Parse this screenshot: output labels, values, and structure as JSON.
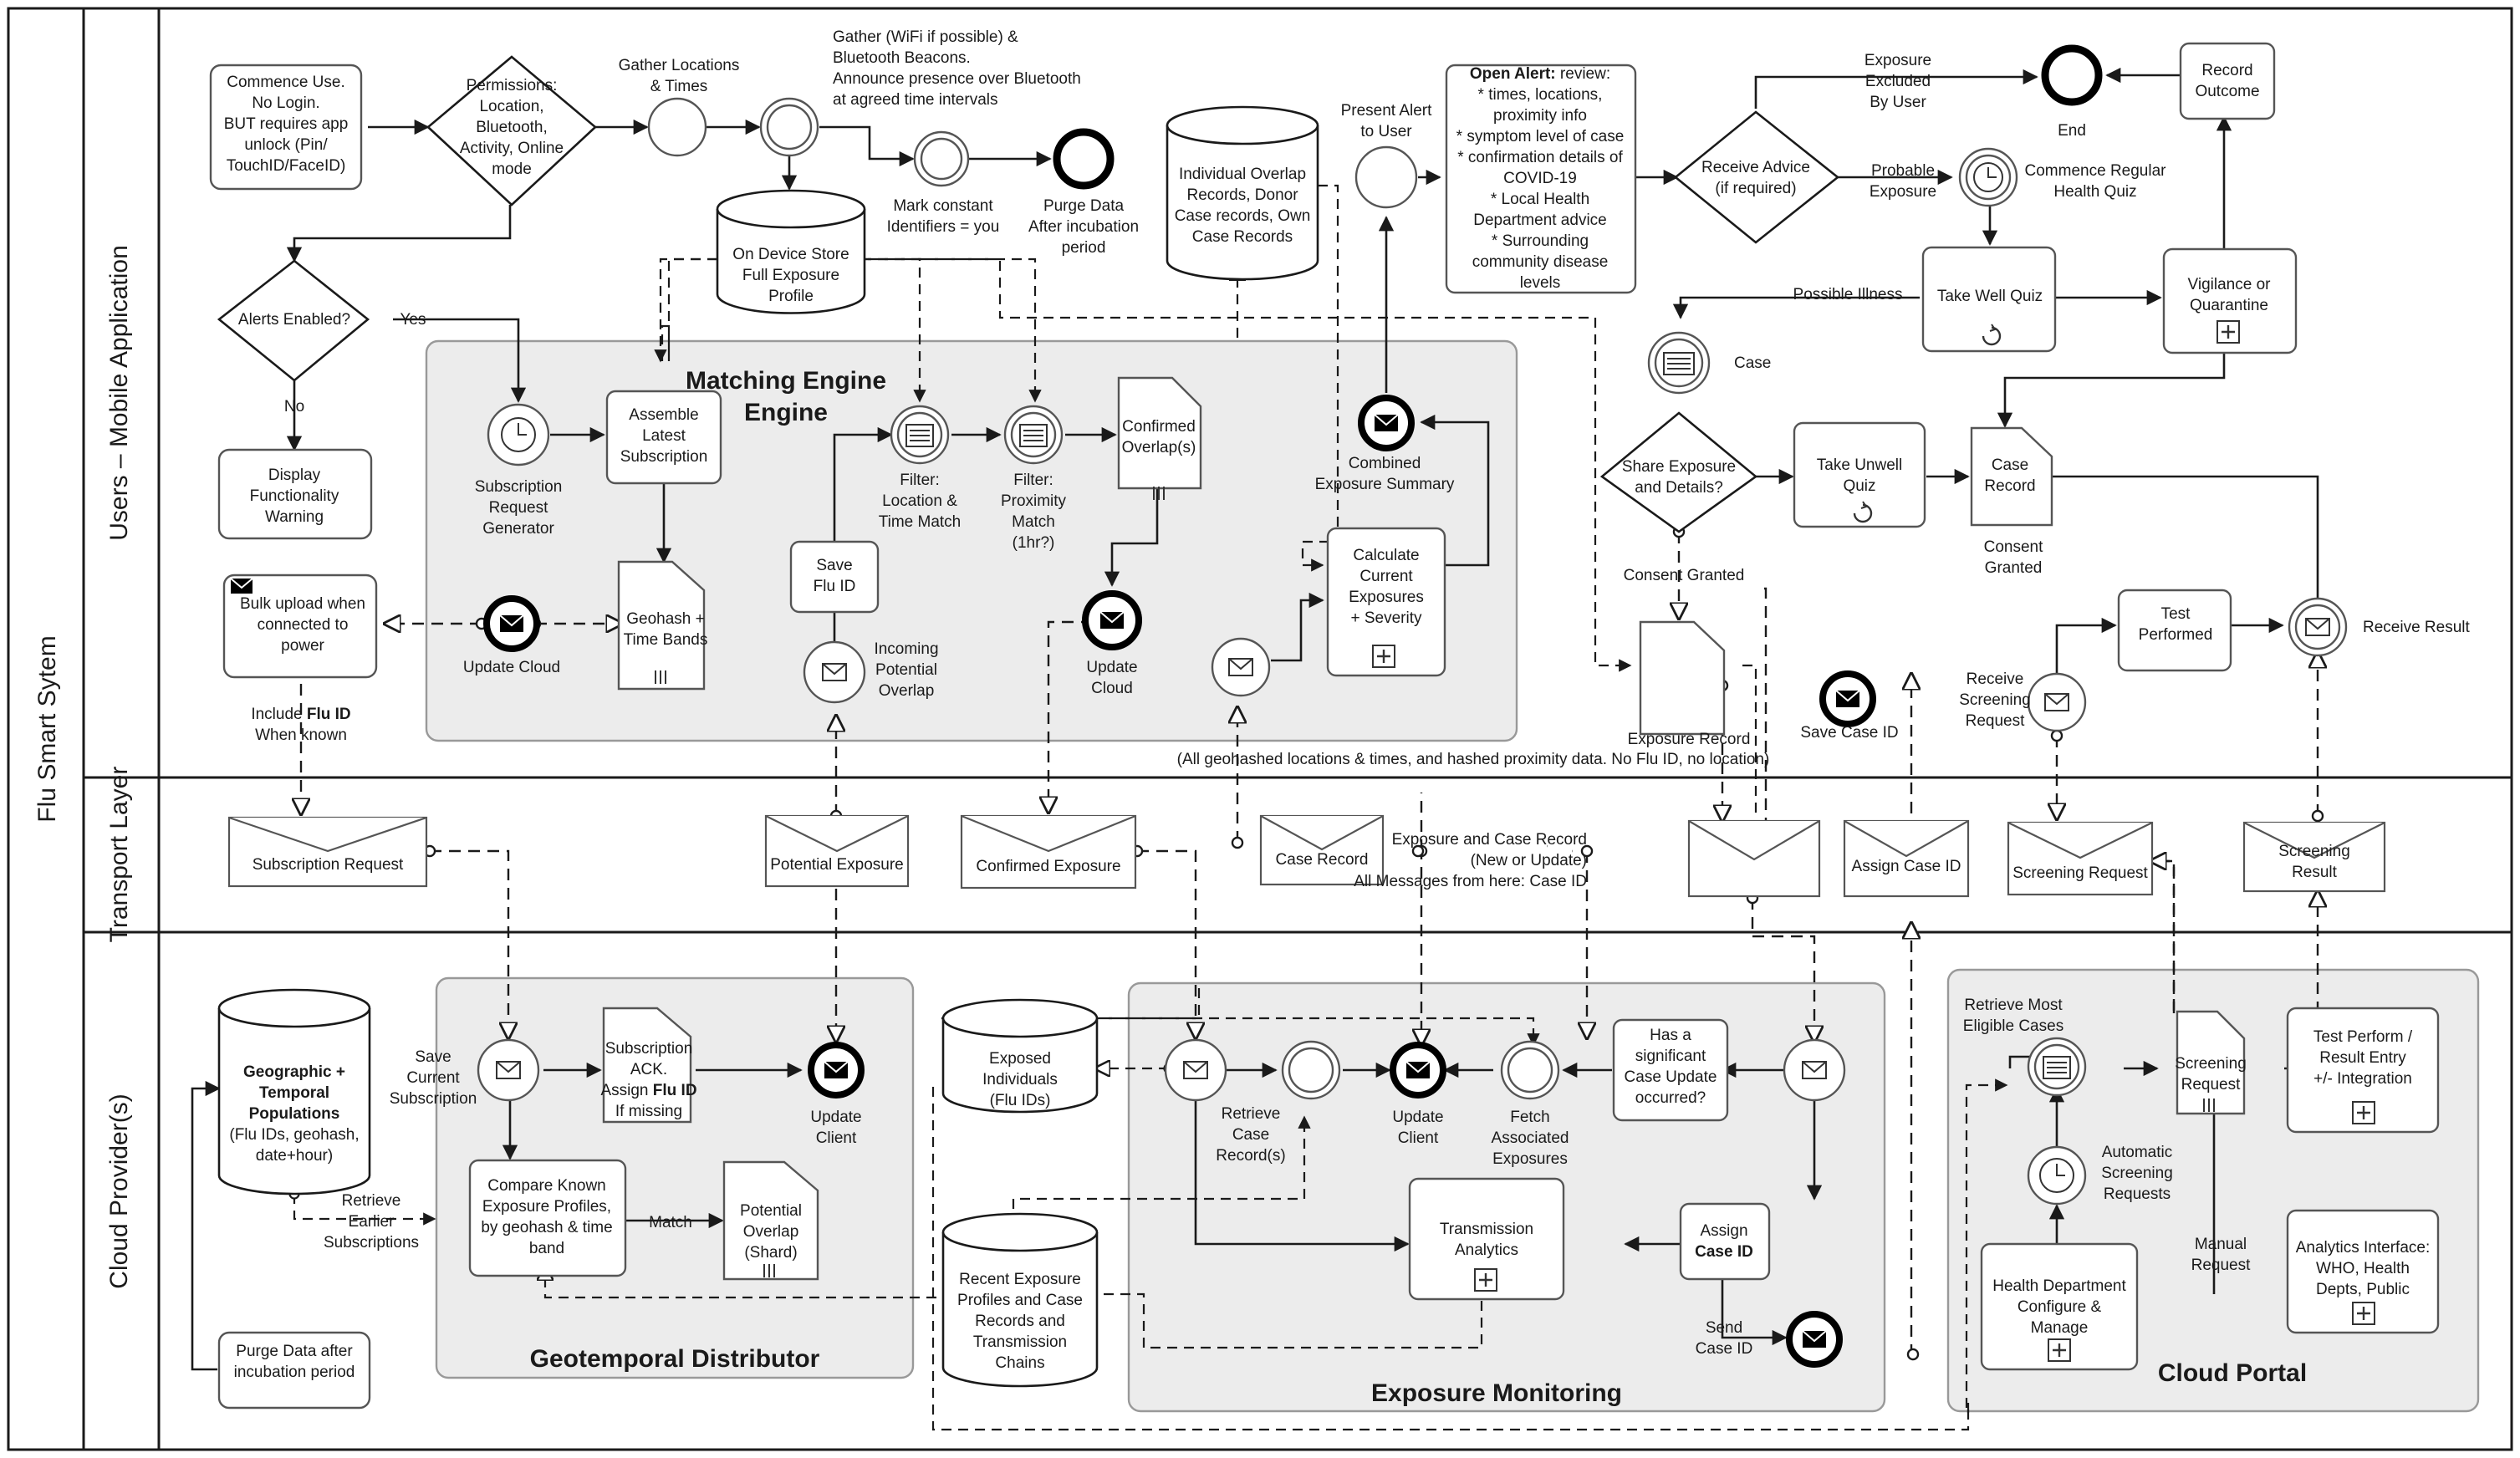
{
  "pool": {
    "title": "Flu Smart Sytem"
  },
  "lanes": [
    {
      "label": "Users – Mobile Application"
    },
    {
      "label": "Transport Layer"
    },
    {
      "label": "Cloud Provider(s)"
    }
  ],
  "subprocesses": [
    {
      "title": "Matching Engine"
    },
    {
      "title": "Geotemporal Distributor"
    },
    {
      "title": "Exposure Monitoring"
    },
    {
      "title": "Cloud Portal"
    }
  ],
  "nodes": [
    {
      "id": "commence",
      "lines": [
        "Commence Use.",
        "No Login.",
        "BUT requires app",
        "unlock (Pin/",
        "TouchID/FaceID)"
      ]
    },
    {
      "id": "permissions",
      "lines": [
        "Permissions:",
        "Location,",
        "Bluetooth,",
        "Activity, Online",
        "mode"
      ]
    },
    {
      "id": "gather_locations",
      "lines": [
        "Gather Locations",
        "& Times"
      ]
    },
    {
      "id": "gather_wifi",
      "lines": [
        "Gather (WiFi if possible) &",
        "Bluetooth Beacons.",
        "Announce presence over Bluetooth",
        "at agreed time intervals"
      ]
    },
    {
      "id": "mark_ids",
      "lines": [
        "Mark constant",
        "Identifiers = you"
      ]
    },
    {
      "id": "purge_data",
      "lines": [
        "Purge Data",
        "After incubation",
        "period"
      ]
    },
    {
      "id": "device_store",
      "lines": [
        "On Device Store",
        "Full Exposure",
        "Profile"
      ]
    },
    {
      "id": "overlap_records",
      "lines": [
        "Individual Overlap",
        "Records, Donor",
        "Case records, Own",
        "Case Records"
      ]
    },
    {
      "id": "present_alert",
      "lines": [
        "Present Alert",
        "to User"
      ]
    },
    {
      "id": "open_alert",
      "lines": [
        "Open Alert: review:",
        "* times, locations,",
        "proximity info",
        "* symptom level of case",
        "* confirmation details of",
        "COVID-19",
        "* Local Health",
        "Department advice",
        "* Surrounding",
        "community disease",
        "levels"
      ]
    },
    {
      "id": "receive_advice",
      "lines": [
        "Receive Advice",
        "(if required)"
      ]
    },
    {
      "id": "exposure_excluded",
      "lines": [
        "Exposure",
        "Excluded",
        "By User"
      ]
    },
    {
      "id": "end",
      "lines": [
        "End"
      ]
    },
    {
      "id": "record_outcome",
      "lines": [
        "Record",
        "Outcome"
      ]
    },
    {
      "id": "probable_exposure",
      "lines": [
        "Probable",
        "Exposure"
      ]
    },
    {
      "id": "commence_quiz",
      "lines": [
        "Commence Regular",
        "Health Quiz"
      ]
    },
    {
      "id": "take_well_quiz",
      "lines": [
        "Take Well Quiz"
      ]
    },
    {
      "id": "vigilance",
      "lines": [
        "Vigilance or",
        "Quarantine"
      ]
    },
    {
      "id": "possible_illness",
      "lines": [
        "Possible Illness"
      ]
    },
    {
      "id": "alerts_enabled",
      "lines": [
        "Alerts Enabled?"
      ]
    },
    {
      "id": "yes",
      "lines": [
        "Yes"
      ]
    },
    {
      "id": "no",
      "lines": [
        "No"
      ]
    },
    {
      "id": "display_warning",
      "lines": [
        "Display",
        "Functionality",
        "Warning"
      ]
    },
    {
      "id": "sub_req_gen",
      "lines": [
        "Subscription",
        "Request",
        "Generator"
      ]
    },
    {
      "id": "assemble",
      "lines": [
        "Assemble",
        "Latest",
        "Subscription"
      ]
    },
    {
      "id": "filter_loc",
      "lines": [
        "Filter:",
        "Location &",
        "Time Match"
      ]
    },
    {
      "id": "filter_prox",
      "lines": [
        "Filter:",
        "Proximity",
        "Match",
        "(1hr?)"
      ]
    },
    {
      "id": "confirmed_overlaps",
      "lines": [
        "Confirmed",
        "Overlap(s)"
      ]
    },
    {
      "id": "combined_summary",
      "lines": [
        "Combined",
        "Exposure Summary"
      ]
    },
    {
      "id": "calc_exposures",
      "lines": [
        "Calculate",
        "Current",
        "Exposures",
        "+ Severity"
      ]
    },
    {
      "id": "save_flu_id",
      "lines": [
        "Save",
        "Flu ID"
      ]
    },
    {
      "id": "incoming_overlap",
      "lines": [
        "Incoming",
        "Potential",
        "Overlap"
      ]
    },
    {
      "id": "update_cloud_me",
      "lines": [
        "Update",
        "Cloud"
      ]
    },
    {
      "id": "geohash",
      "lines": [
        "Geohash +",
        "Time Bands"
      ]
    },
    {
      "id": "update_cloud",
      "lines": [
        "Update Cloud"
      ]
    },
    {
      "id": "bulk_upload",
      "lines": [
        "Bulk upload when",
        "connected to",
        "power"
      ]
    },
    {
      "id": "include_flu",
      "lines": [
        "Include Flu ID",
        "When known"
      ]
    },
    {
      "id": "case_event",
      "lines": [
        "Case"
      ]
    },
    {
      "id": "share_exposure",
      "lines": [
        "Share Exposure",
        "and Details?"
      ]
    },
    {
      "id": "take_unwell_quiz",
      "lines": [
        "Take Unwell",
        "Quiz"
      ]
    },
    {
      "id": "case_record_doc",
      "lines": [
        "Case",
        "Record"
      ]
    },
    {
      "id": "consent_granted1",
      "lines": [
        "Consent Granted"
      ]
    },
    {
      "id": "consent_granted2",
      "lines": [
        "Consent",
        "Granted"
      ]
    },
    {
      "id": "exposure_record_doc",
      "lines": [
        "Exposure Record"
      ]
    },
    {
      "id": "save_case_id",
      "lines": [
        "Save Case ID"
      ]
    },
    {
      "id": "receive_screening",
      "lines": [
        "Receive",
        "Screening",
        "Request"
      ]
    },
    {
      "id": "test_performed",
      "lines": [
        "Test",
        "Performed"
      ]
    },
    {
      "id": "receive_result",
      "lines": [
        "Receive Result"
      ]
    },
    {
      "id": "all_geohashed",
      "lines": [
        "(All geohashed locations & times, and hashed proximity data. No Flu ID, no location)"
      ]
    },
    {
      "id": "msg_subscription",
      "lines": [
        "Subscription Request"
      ]
    },
    {
      "id": "msg_potential",
      "lines": [
        "Potential Exposure"
      ]
    },
    {
      "id": "msg_confirmed",
      "lines": [
        "Confirmed Exposure"
      ]
    },
    {
      "id": "msg_case_record",
      "lines": [
        "Case Record"
      ]
    },
    {
      "id": "exposure_case_record",
      "lines": [
        "Exposure and Case Record",
        "(New or Update)",
        "All Messages from here: Case ID"
      ]
    },
    {
      "id": "msg_assign_case",
      "lines": [
        "Assign Case ID"
      ]
    },
    {
      "id": "msg_screening_req",
      "lines": [
        "Screening Request"
      ]
    },
    {
      "id": "msg_screening_result",
      "lines": [
        "Screening",
        "Result"
      ]
    },
    {
      "id": "geo_pop",
      "lines": [
        "Geographic +",
        "Temporal",
        "Populations",
        "(Flu IDs, geohash,",
        "date+hour)"
      ]
    },
    {
      "id": "save_current_sub",
      "lines": [
        "Save",
        "Current",
        "Subscription"
      ]
    },
    {
      "id": "retrieve_earlier",
      "lines": [
        "Retrieve",
        "Earlier",
        "Subscriptions"
      ]
    },
    {
      "id": "purge_after",
      "lines": [
        "Purge Data after",
        "incubation period"
      ]
    },
    {
      "id": "sub_ack",
      "lines": [
        "Subscription",
        "ACK.",
        "Assign Flu ID",
        "If missing"
      ]
    },
    {
      "id": "update_client_gd",
      "lines": [
        "Update",
        "Client"
      ]
    },
    {
      "id": "compare_profiles",
      "lines": [
        "Compare Known",
        "Exposure Profiles,",
        "by geohash & time",
        "band"
      ]
    },
    {
      "id": "match",
      "lines": [
        "Match"
      ]
    },
    {
      "id": "potential_overlap_shard",
      "lines": [
        "Potential",
        "Overlap",
        "(Shard)"
      ]
    },
    {
      "id": "exposed_individuals",
      "lines": [
        "Exposed",
        "Individuals",
        "(Flu IDs)"
      ]
    },
    {
      "id": "recent_profiles",
      "lines": [
        "Recent Exposure",
        "Profiles and Case",
        "Records and",
        "Transmission",
        "Chains"
      ]
    },
    {
      "id": "retrieve_case",
      "lines": [
        "Retrieve",
        "Case",
        "Record(s)"
      ]
    },
    {
      "id": "update_client_em",
      "lines": [
        "Update",
        "Client"
      ]
    },
    {
      "id": "fetch_exposures",
      "lines": [
        "Fetch",
        "Associated",
        "Exposures"
      ]
    },
    {
      "id": "significant_update",
      "lines": [
        "Has a",
        "significant",
        "Case Update",
        "occurred?"
      ]
    },
    {
      "id": "transmission",
      "lines": [
        "Transmission",
        "Analytics"
      ]
    },
    {
      "id": "assign_case_id",
      "lines": [
        "Assign",
        "Case ID"
      ]
    },
    {
      "id": "send_case_id",
      "lines": [
        "Send",
        "Case ID"
      ]
    },
    {
      "id": "retrieve_eligible",
      "lines": [
        "Retrieve Most",
        "Eligible Cases"
      ]
    },
    {
      "id": "screening_request_doc",
      "lines": [
        "Screening",
        "Request"
      ]
    },
    {
      "id": "test_perform_entry",
      "lines": [
        "Test Perform /",
        "Result Entry",
        "+/- Integration"
      ]
    },
    {
      "id": "auto_screening",
      "lines": [
        "Automatic",
        "Screening",
        "Requests"
      ]
    },
    {
      "id": "manual_request",
      "lines": [
        "Manual",
        "Request"
      ]
    },
    {
      "id": "health_dept",
      "lines": [
        "Health Department",
        "Configure &",
        "Manage"
      ]
    },
    {
      "id": "analytics_interface",
      "lines": [
        "Analytics Interface:",
        "WHO, Health",
        "Depts, Public"
      ]
    }
  ]
}
